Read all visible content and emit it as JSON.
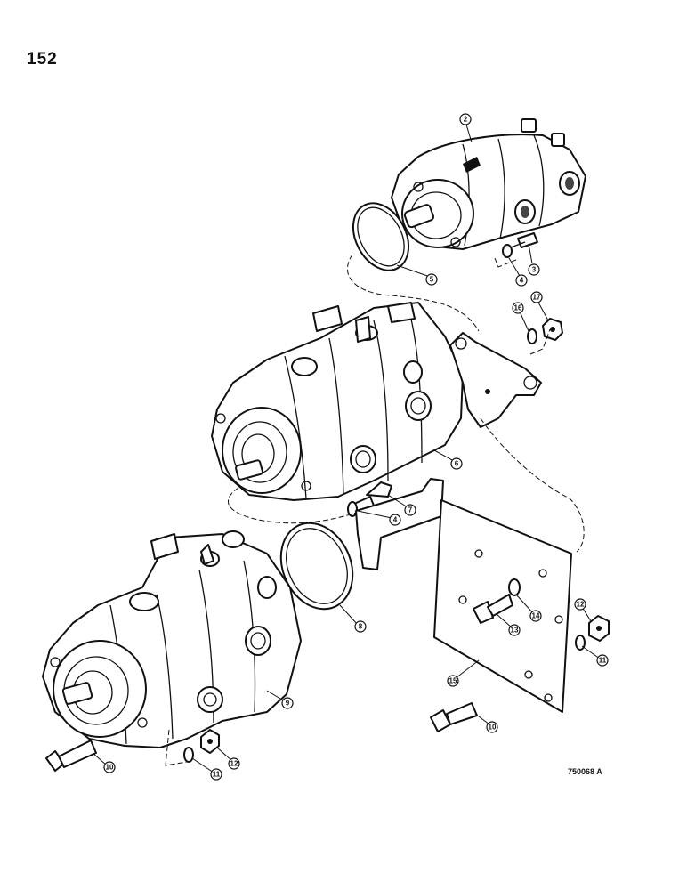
{
  "page": {
    "number": "152",
    "drawing_id": "750068 A"
  },
  "callouts": {
    "c2": "2",
    "c3": "3",
    "c4a": "4",
    "c5": "5",
    "c16a": "16",
    "c17": "17",
    "c6": "6",
    "c7": "7",
    "c4b": "4",
    "c8": "8",
    "c14": "14",
    "c13": "13",
    "c12a": "12",
    "c11a": "11",
    "c15": "15",
    "c10a": "10",
    "c9": "9",
    "c10b": "10",
    "c11b": "11",
    "c12b": "12"
  }
}
